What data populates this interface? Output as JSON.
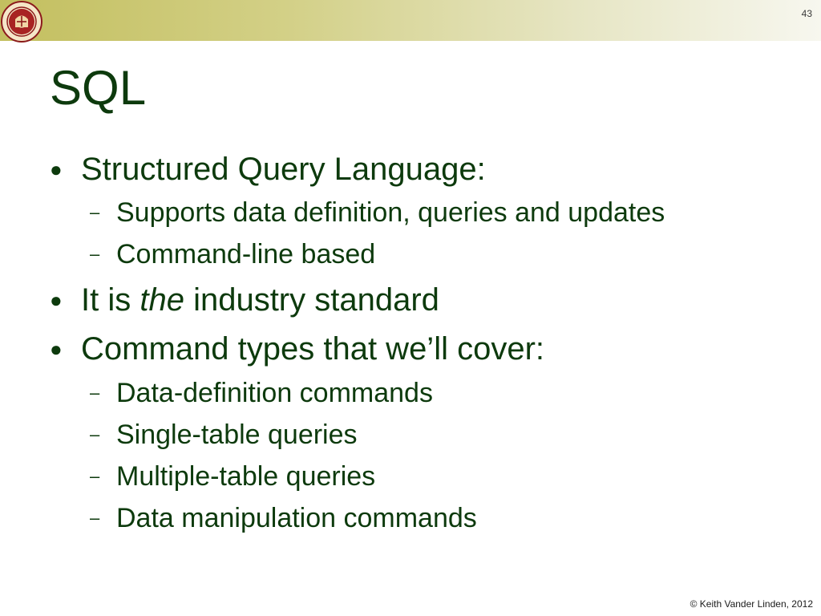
{
  "slide": {
    "number": "43",
    "title": "SQL",
    "footer": "© Keith Vander Linden, 2012"
  },
  "bullets": {
    "b1": {
      "marker": "●",
      "text": "Structured Query Language:"
    },
    "b1_1": {
      "marker": "–",
      "text": "Supports data definition, queries and updates"
    },
    "b1_2": {
      "marker": "–",
      "text": "Command-line based"
    },
    "b2": {
      "marker": "●",
      "prefix": "It is ",
      "emphasis": "the",
      "suffix": " industry standard"
    },
    "b3": {
      "marker": "●",
      "text": "Command types that we’ll cover:"
    },
    "b3_1": {
      "marker": "–",
      "text": "Data-definition commands"
    },
    "b3_2": {
      "marker": "–",
      "text": "Single-table queries"
    },
    "b3_3": {
      "marker": "–",
      "text": "Multiple-table queries"
    },
    "b3_4": {
      "marker": "–",
      "text": "Data manipulation commands"
    }
  },
  "icons": {
    "seal": "university-seal-icon"
  },
  "colors": {
    "text": "#0d3a0d",
    "band_left": "#c3bf5f",
    "band_right": "#f7f7ef",
    "seal_red": "#8b1a1a"
  }
}
